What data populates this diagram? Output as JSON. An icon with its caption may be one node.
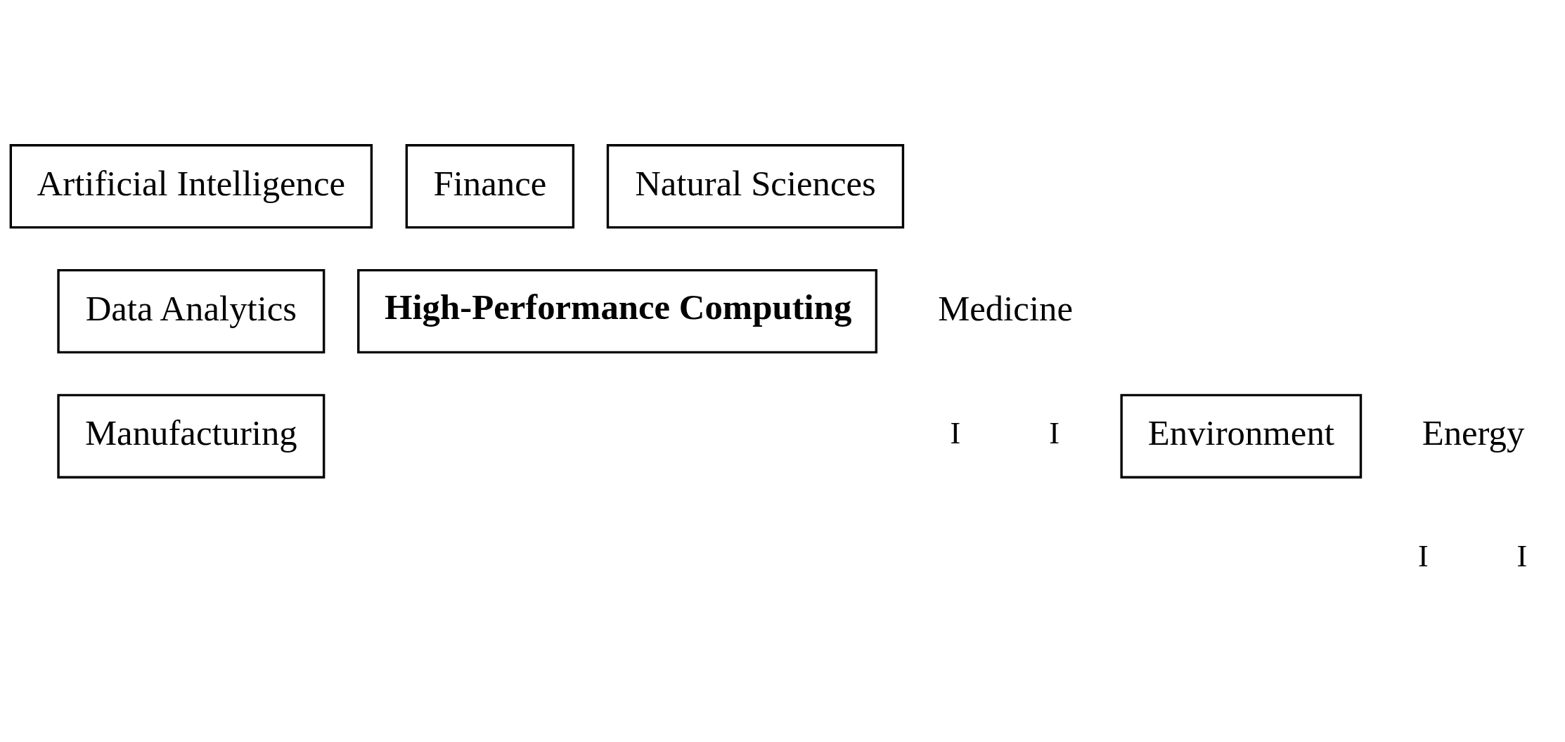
{
  "diagram": {
    "nodes": [
      {
        "text": [
          "Artificial Intelligence"
        ]
      },
      {
        "text": [
          "Finance"
        ]
      },
      {
        "text": [
          "Natural Sciences"
        ]
      },
      {
        "text": [
          "Data Analytics"
        ]
      },
      {
        "text": [
          "High-Performance Computing"
        ]
      },
      {
        "text": [
          "Medicine"
        ]
      },
      {
        "text": [
          "Manufacturing"
        ]
      },
      {
        "text": [
          "Environment"
        ]
      },
      {
        "text": [
          "Energy"
        ]
      }
    ],
    "edges": [],
    "labels": [
      "I",
      "I",
      "I",
      "I"
    ]
  }
}
